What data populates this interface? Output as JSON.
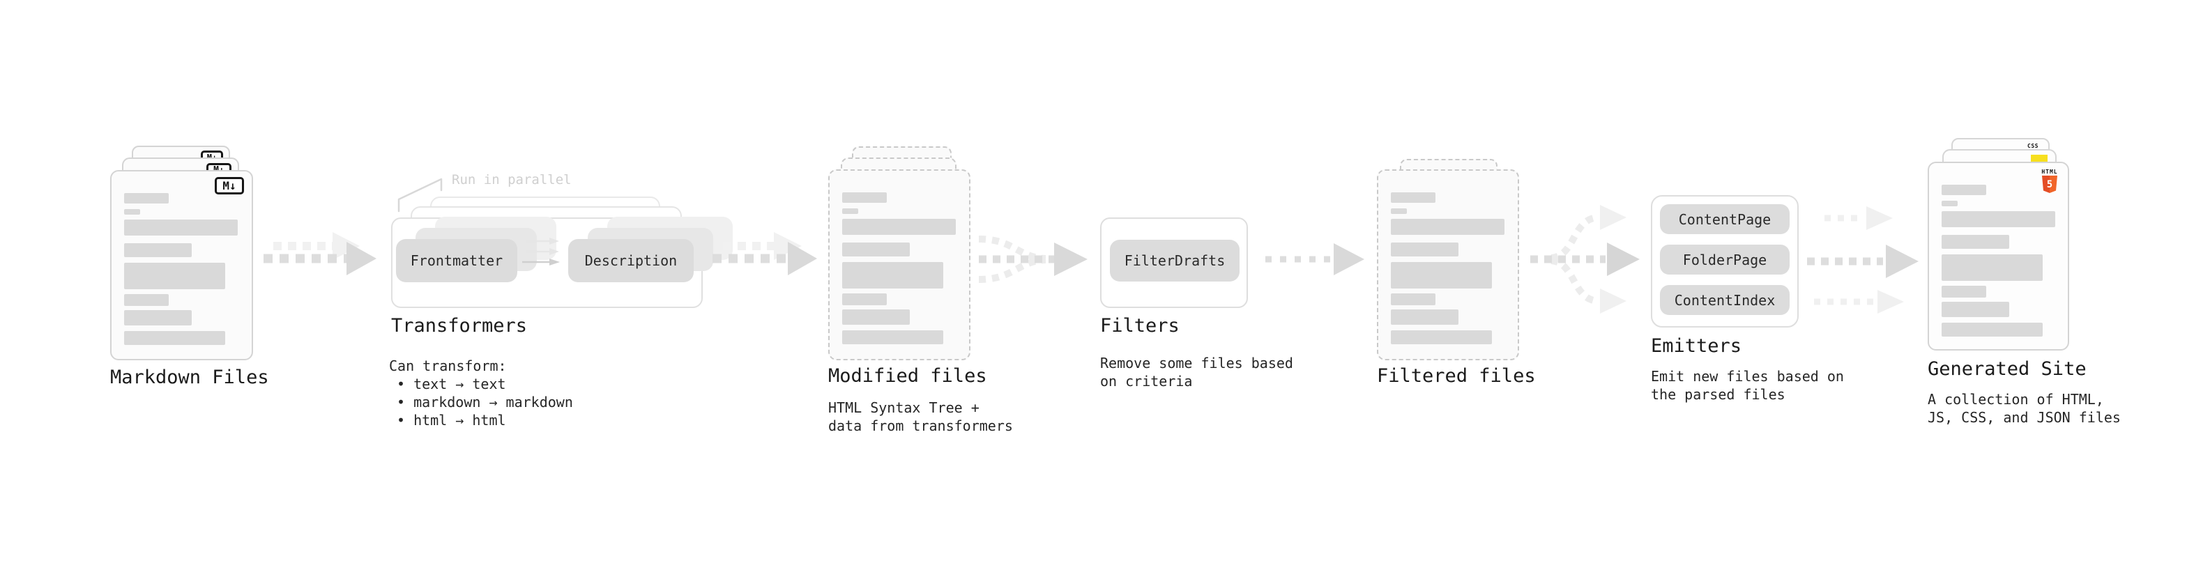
{
  "nodes": {
    "markdown_files": {
      "label": "Markdown Files",
      "badge": "M↓"
    },
    "transformers": {
      "label": "Transformers",
      "annotation": "Run in parallel",
      "pill_frontmatter": "Frontmatter",
      "pill_description": "Description",
      "desc_title": "Can transform:",
      "bullet_1": "• text → text",
      "bullet_2": "• markdown → markdown",
      "bullet_3": "• html → html"
    },
    "modified_files": {
      "label": "Modified files",
      "desc_1": "HTML Syntax Tree +",
      "desc_2": "data from transformers"
    },
    "filters": {
      "label": "Filters",
      "pill": "FilterDrafts",
      "desc_1": "Remove some files based",
      "desc_2": "on criteria"
    },
    "filtered_files": {
      "label": "Filtered files"
    },
    "emitters": {
      "label": "Emitters",
      "pill_1": "ContentPage",
      "pill_2": "FolderPage",
      "pill_3": "ContentIndex",
      "desc_1": "Emit new files based on",
      "desc_2": "the parsed files"
    },
    "generated_site": {
      "label": "Generated Site",
      "desc_1": "A collection of HTML,",
      "desc_2": "JS, CSS, and JSON files",
      "logo_css": "CSS",
      "logo_html_text": "HTML",
      "logo_html_number": "5"
    }
  },
  "colors": {
    "html5_orange": "#e44d26",
    "html5_orange_light": "#f16529",
    "js_yellow": "#f7df1e",
    "css_blue": "#2965f1",
    "pill_fill": "#dcdcdc",
    "arrow_dark": "#dddddd",
    "arrow_light": "#f0f0f0"
  }
}
